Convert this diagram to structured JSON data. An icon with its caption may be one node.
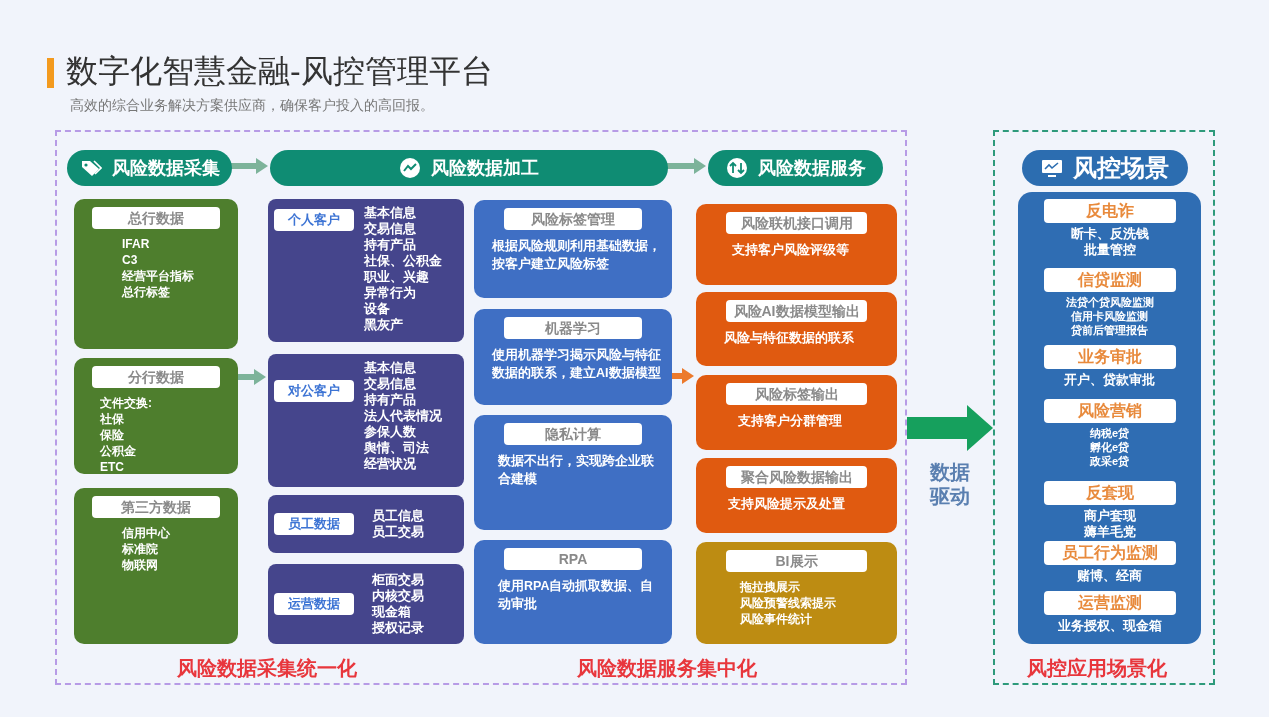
{
  "diagram": {
    "title": "数字化智慧金融-风控管理平台",
    "nodes": [
      {
        "text": [
          "风险数据采集统一化",
          "风险数据服务集中化"
        ]
      },
      {
        "text": [
          "风险数据采集"
        ],
        "in": 0
      },
      {
        "text": [
          "风险数据加工"
        ],
        "in": 0
      },
      {
        "text": [
          "风险数据服务"
        ],
        "in": 0
      },
      {
        "text": [
          "总行数据",
          "IFAR",
          "C3",
          "经营平台指标",
          "总行标签"
        ],
        "in": 0
      },
      {
        "text": [
          "分行数据",
          "文件交换:",
          "社保",
          "保险",
          "公积金",
          "ETC"
        ],
        "in": 0
      },
      {
        "text": [
          "第三方数据",
          "信用中心",
          "标准院",
          "物联网"
        ],
        "in": 0
      },
      {
        "text": [
          "个人客户",
          "基本信息",
          "交易信息",
          "持有产品",
          "社保、公积金",
          "职业、兴趣",
          "异常行为",
          "设备",
          "黑灰产"
        ],
        "in": 0
      },
      {
        "text": [
          "对公客户",
          "基本信息",
          "交易信息",
          "持有产品",
          "法人代表情况",
          "参保人数",
          "舆情、司法",
          "经营状况"
        ],
        "in": 0
      },
      {
        "text": [
          "员工数据",
          "员工信息",
          "员工交易"
        ],
        "in": 0
      },
      {
        "text": [
          "运营数据",
          "柜面交易",
          "内核交易",
          "现金箱",
          "授权记录"
        ],
        "in": 0
      },
      {
        "text": [
          "风险标签管理",
          "根据风险规则利用基础数据，按客户建立风险标签"
        ],
        "in": 0
      },
      {
        "text": [
          "机器学习",
          "使用机器学习揭示风险与特征数据的联系，建立AI数据模型"
        ],
        "in": 0
      },
      {
        "text": [
          "隐私计算",
          "数据不出行，实现跨企业联合建模"
        ],
        "in": 0
      },
      {
        "text": [
          "RPA",
          "使用RPA自动抓取数据、自动审批"
        ],
        "in": 0
      },
      {
        "text": [
          "风险联机接口调用",
          "支持客户风险评级等"
        ],
        "in": 0
      },
      {
        "text": [
          "风险AI数据模型输出",
          "风险与特征数据的联系"
        ],
        "in": 0
      },
      {
        "text": [
          "风险标签输出",
          "支持客户分群管理"
        ],
        "in": 0
      },
      {
        "text": [
          "聚合风险数据输出",
          "支持风险提示及处置"
        ],
        "in": 0
      },
      {
        "text": [
          "BI展示",
          "拖拉拽展示",
          "风险预警线索提示",
          "风险事件统计"
        ],
        "in": 0
      },
      {
        "text": [
          "风控应用场景化"
        ]
      },
      {
        "text": [
          "风控场景"
        ],
        "in": 20
      },
      {
        "text": [],
        "shape": "box",
        "in": 20
      },
      {
        "text": [
          "反电诈"
        ],
        "beside": [
          "断卡、反洗钱",
          "批量管控"
        ],
        "in": 22
      },
      {
        "text": [
          "信贷监测"
        ],
        "beside": [
          "法贷个贷风险监测",
          "信用卡风险监测",
          "贷前后管理报告"
        ],
        "in": 22
      },
      {
        "text": [
          "业务审批"
        ],
        "beside": [
          "开户、贷款审批"
        ],
        "in": 22
      },
      {
        "text": [
          "风险营销"
        ],
        "beside": [
          "纳税e贷",
          "孵化e贷",
          "政采e贷"
        ],
        "in": 22
      },
      {
        "text": [
          "反套现"
        ],
        "beside": [
          "商户套现",
          "薅羊毛党"
        ],
        "in": 22
      },
      {
        "text": [
          "员工行为监测"
        ],
        "beside": [
          "赌博、经商"
        ],
        "in": 22
      },
      {
        "text": [
          "运营监测"
        ],
        "beside": [
          "业务授权、现金箱"
        ],
        "in": 22
      }
    ],
    "edges": [
      {
        "from": 1,
        "to": 2,
        "arrow": "to"
      },
      {
        "from": 2,
        "to": 3,
        "arrow": "to"
      },
      {
        "from": 5,
        "to": 8,
        "arrow": "to"
      },
      {
        "from": 12,
        "to": 17,
        "arrow": "to",
        "color": "#ec7a2c"
      },
      {
        "from": 0,
        "to": 20,
        "arrow": "to",
        "label": "数据驱动",
        "style": "thick",
        "color": "#16a05d"
      }
    ],
    "labels": [
      "高效的综合业务解决方案供应商，确保客户投入的高回报。"
    ]
  }
}
